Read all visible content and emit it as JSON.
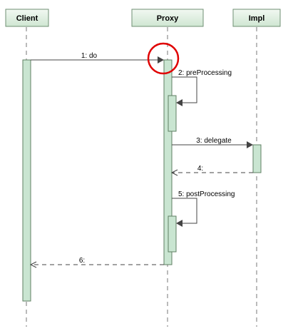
{
  "colors": {
    "header_fill_top": "#f2f8f2",
    "header_fill_bottom": "#cfe6d2",
    "header_stroke": "#6f8f73",
    "activation_fill": "#c9e5d1",
    "activation_stroke": "#5f7f63",
    "lifeline": "#777777",
    "message": "#444444",
    "highlight": "#e00000"
  },
  "participants": [
    {
      "id": "client",
      "label": "Client"
    },
    {
      "id": "proxy",
      "label": "Proxy"
    },
    {
      "id": "impl",
      "label": "Impl"
    }
  ],
  "messages": [
    {
      "id": "m1",
      "label": "1: do",
      "from": "client",
      "to": "proxy",
      "kind": "sync"
    },
    {
      "id": "m2",
      "label": "2: preProcessing",
      "from": "proxy",
      "to": "proxy",
      "kind": "self"
    },
    {
      "id": "m3",
      "label": "3: delegate",
      "from": "proxy",
      "to": "impl",
      "kind": "sync"
    },
    {
      "id": "m4",
      "label": "4:",
      "from": "impl",
      "to": "proxy",
      "kind": "return"
    },
    {
      "id": "m5",
      "label": "5: postProcessing",
      "from": "proxy",
      "to": "proxy",
      "kind": "self"
    },
    {
      "id": "m6",
      "label": "6:",
      "from": "proxy",
      "to": "client",
      "kind": "return"
    }
  ]
}
